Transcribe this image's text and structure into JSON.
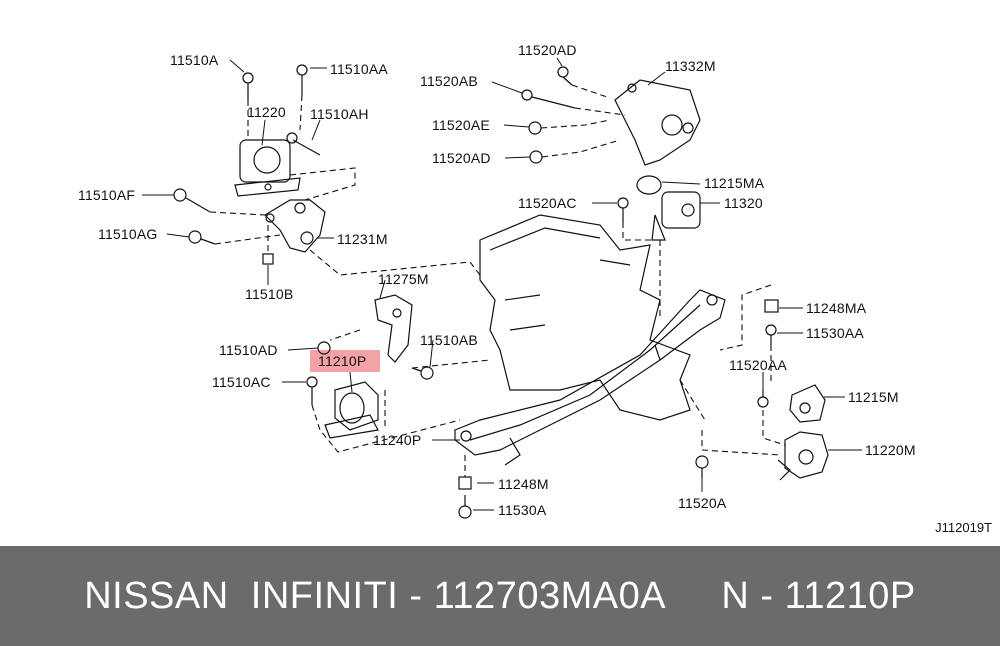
{
  "labels": {
    "p11510A": "11510A",
    "p11510AA": "11510AA",
    "p11220": "11220",
    "p11510AH": "11510AH",
    "p11510AF": "11510AF",
    "p11510AG": "11510AG",
    "p11231M": "11231M",
    "p11510B": "11510B",
    "p11275M": "11275M",
    "p11510AD": "11510AD",
    "p11510AB": "11510AB",
    "p11210P": "11210P",
    "p11510AC": "11510AC",
    "p11240P": "11240P",
    "p11248M": "11248M",
    "p11530A": "11530A",
    "p11520AD_top": "11520AD",
    "p11332M": "11332M",
    "p11520AB": "11520AB",
    "p11520AE": "11520AE",
    "p11520AD": "11520AD",
    "p11215MA": "11215MA",
    "p11520AC": "11520AC",
    "p11320": "11320",
    "p11248MA": "11248MA",
    "p11530AA": "11530AA",
    "p11520AA": "11520AA",
    "p11215M": "11215M",
    "p11220M": "11220M",
    "p11520A": "11520A"
  },
  "diagram_ref": "J112019T",
  "footer": {
    "brand": "NISSAN  INFINITI - 112703MA0A",
    "part": "N - 11210P"
  },
  "highlight_color": "#f3a3a8"
}
